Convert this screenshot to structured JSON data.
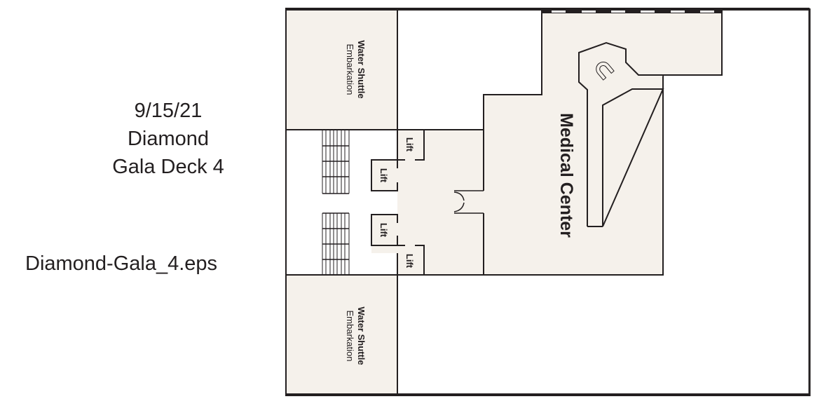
{
  "info": {
    "date": "9/15/21",
    "ship": "Diamond",
    "deck": "Gala Deck 4",
    "filename": "Diamond-Gala_4.eps"
  },
  "plan": {
    "colors": {
      "room_fill": "#f5f1eb",
      "wall": "#231f20",
      "background": "#ffffff"
    },
    "rooms": {
      "water_shuttle_top": {
        "line1": "Water Shuttle",
        "line2": "Embarkation"
      },
      "water_shuttle_bottom": {
        "line1": "Water Shuttle",
        "line2": "Embarkation"
      },
      "medical_center": {
        "label": "Medical Center"
      }
    },
    "lifts": [
      {
        "label": "Lift"
      },
      {
        "label": "Lift"
      },
      {
        "label": "Lift"
      },
      {
        "label": "Lift"
      }
    ]
  }
}
